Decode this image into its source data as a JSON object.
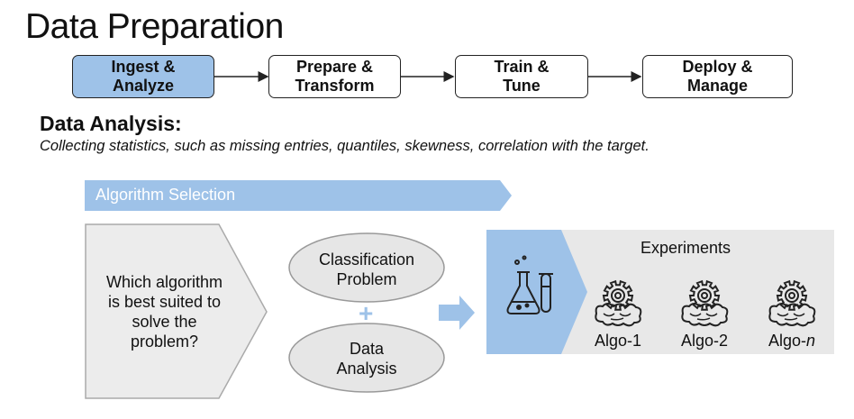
{
  "title": "Data Preparation",
  "pipeline": {
    "steps": [
      {
        "label": "Ingest &\nAnalyze"
      },
      {
        "label": "Prepare &\nTransform"
      },
      {
        "label": "Train &\nTune"
      },
      {
        "label": "Deploy &\nManage"
      }
    ],
    "active_color": "#9ec2e8"
  },
  "analysis": {
    "heading": "Data Analysis:",
    "description": "Collecting statistics, such as missing entries, quantiles, skewness, correlation with the target."
  },
  "algorithm_selection": {
    "banner": "Algorithm Selection",
    "question": "Which algorithm\nis best suited to\nsolve the\nproblem?",
    "inputs": [
      "Classification\nProblem",
      "Data\nAnalysis"
    ],
    "plus": "+",
    "experiments": {
      "title": "Experiments",
      "algos": [
        {
          "base": "Algo-",
          "suffix": "1",
          "italic": false
        },
        {
          "base": "Algo-",
          "suffix": "2",
          "italic": false
        },
        {
          "base": "Algo-",
          "suffix": "n",
          "italic": true
        }
      ]
    },
    "icons": [
      "lab-flask-icon",
      "gear-brain-icon"
    ]
  }
}
